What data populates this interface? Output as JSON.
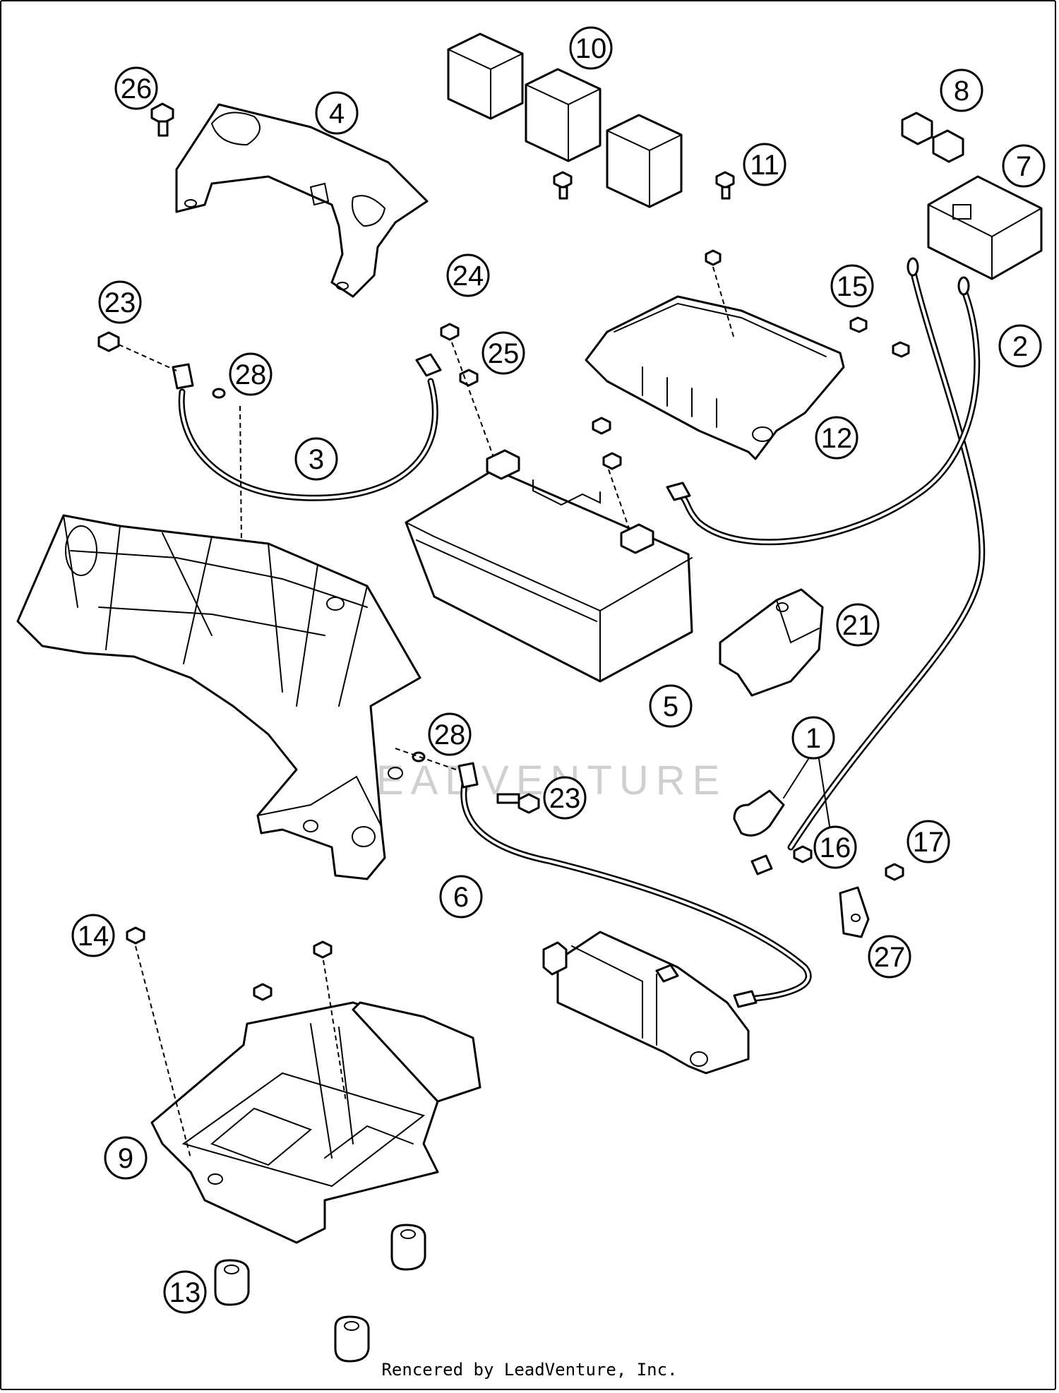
{
  "diagram": {
    "callouts": [
      {
        "id": "c1",
        "label": "1"
      },
      {
        "id": "c2",
        "label": "2"
      },
      {
        "id": "c3",
        "label": "3"
      },
      {
        "id": "c4",
        "label": "4"
      },
      {
        "id": "c5",
        "label": "5"
      },
      {
        "id": "c6",
        "label": "6"
      },
      {
        "id": "c7",
        "label": "7"
      },
      {
        "id": "c8",
        "label": "8"
      },
      {
        "id": "c9",
        "label": "9"
      },
      {
        "id": "c10",
        "label": "10"
      },
      {
        "id": "c11",
        "label": "11"
      },
      {
        "id": "c12",
        "label": "12"
      },
      {
        "id": "c13",
        "label": "13"
      },
      {
        "id": "c14",
        "label": "14"
      },
      {
        "id": "c15",
        "label": "15"
      },
      {
        "id": "c16",
        "label": "16"
      },
      {
        "id": "c17",
        "label": "17"
      },
      {
        "id": "c21",
        "label": "21"
      },
      {
        "id": "c23a",
        "label": "23"
      },
      {
        "id": "c23b",
        "label": "23"
      },
      {
        "id": "c24",
        "label": "24"
      },
      {
        "id": "c25",
        "label": "25"
      },
      {
        "id": "c26",
        "label": "26"
      },
      {
        "id": "c27",
        "label": "27"
      },
      {
        "id": "c28a",
        "label": "28"
      },
      {
        "id": "c28b",
        "label": "28"
      }
    ]
  },
  "watermark": {
    "text": "LEADVENTURE"
  },
  "footer": {
    "credit": "Rencered by LeadVenture, Inc."
  }
}
